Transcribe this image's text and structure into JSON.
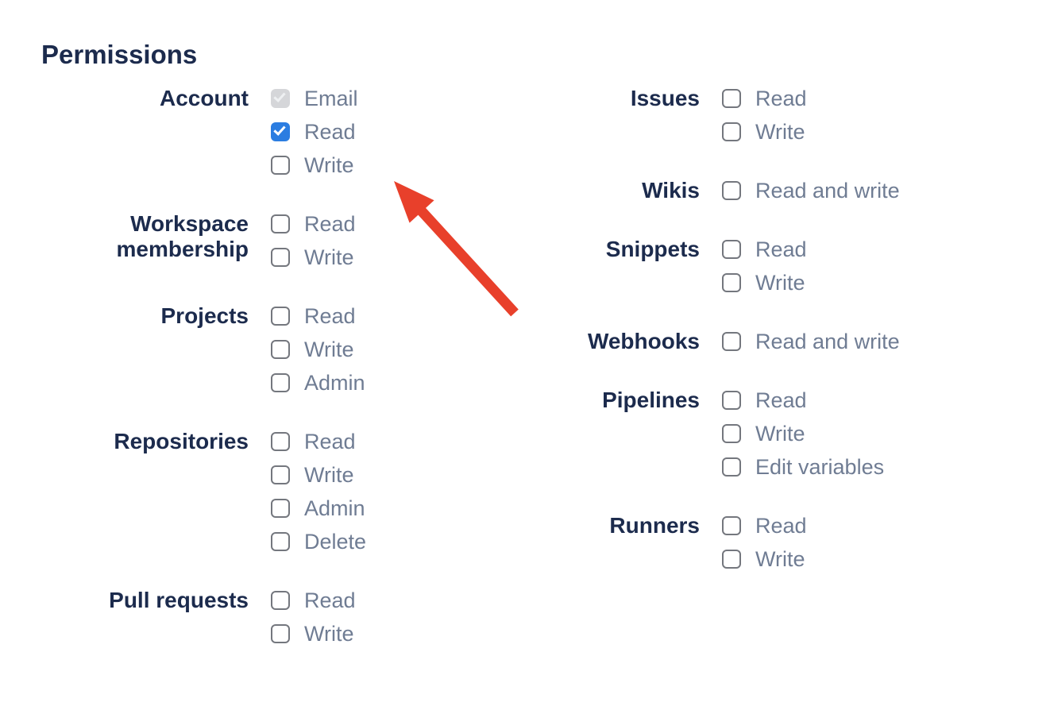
{
  "page": {
    "heading": "Permissions"
  },
  "colors": {
    "heading_text": "#1c2b4d",
    "group_label_text": "#1c2b4d",
    "option_label_text": "#6f7c93",
    "checkbox_checked_bg": "#2b7de1",
    "checkbox_disabled_bg": "#d5d6d9",
    "checkbox_disabled_check": "#eef0f2",
    "checkbox_unchecked_border": "#74777e",
    "annotation_arrow": "#e8402b"
  },
  "permissions": {
    "columns": [
      {
        "groups": [
          {
            "label": "Account",
            "options": [
              {
                "label": "Email",
                "state": "checked-disabled"
              },
              {
                "label": "Read",
                "state": "checked"
              },
              {
                "label": "Write",
                "state": "unchecked"
              }
            ]
          },
          {
            "label": "Workspace membership",
            "options": [
              {
                "label": "Read",
                "state": "unchecked"
              },
              {
                "label": "Write",
                "state": "unchecked"
              }
            ]
          },
          {
            "label": "Projects",
            "options": [
              {
                "label": "Read",
                "state": "unchecked"
              },
              {
                "label": "Write",
                "state": "unchecked"
              },
              {
                "label": "Admin",
                "state": "unchecked"
              }
            ]
          },
          {
            "label": "Repositories",
            "options": [
              {
                "label": "Read",
                "state": "unchecked"
              },
              {
                "label": "Write",
                "state": "unchecked"
              },
              {
                "label": "Admin",
                "state": "unchecked"
              },
              {
                "label": "Delete",
                "state": "unchecked"
              }
            ]
          },
          {
            "label": "Pull requests",
            "options": [
              {
                "label": "Read",
                "state": "unchecked"
              },
              {
                "label": "Write",
                "state": "unchecked"
              }
            ]
          }
        ]
      },
      {
        "groups": [
          {
            "label": "Issues",
            "options": [
              {
                "label": "Read",
                "state": "unchecked"
              },
              {
                "label": "Write",
                "state": "unchecked"
              }
            ]
          },
          {
            "label": "Wikis",
            "options": [
              {
                "label": "Read and write",
                "state": "unchecked"
              }
            ]
          },
          {
            "label": "Snippets",
            "options": [
              {
                "label": "Read",
                "state": "unchecked"
              },
              {
                "label": "Write",
                "state": "unchecked"
              }
            ]
          },
          {
            "label": "Webhooks",
            "options": [
              {
                "label": "Read and write",
                "state": "unchecked"
              }
            ]
          },
          {
            "label": "Pipelines",
            "options": [
              {
                "label": "Read",
                "state": "unchecked"
              },
              {
                "label": "Write",
                "state": "unchecked"
              },
              {
                "label": "Edit variables",
                "state": "unchecked"
              }
            ]
          },
          {
            "label": "Runners",
            "options": [
              {
                "label": "Read",
                "state": "unchecked"
              },
              {
                "label": "Write",
                "state": "unchecked"
              }
            ]
          }
        ]
      }
    ]
  },
  "annotation": {
    "arrow_target": "account-read-checkbox",
    "arrow_color": "#e8402b"
  }
}
